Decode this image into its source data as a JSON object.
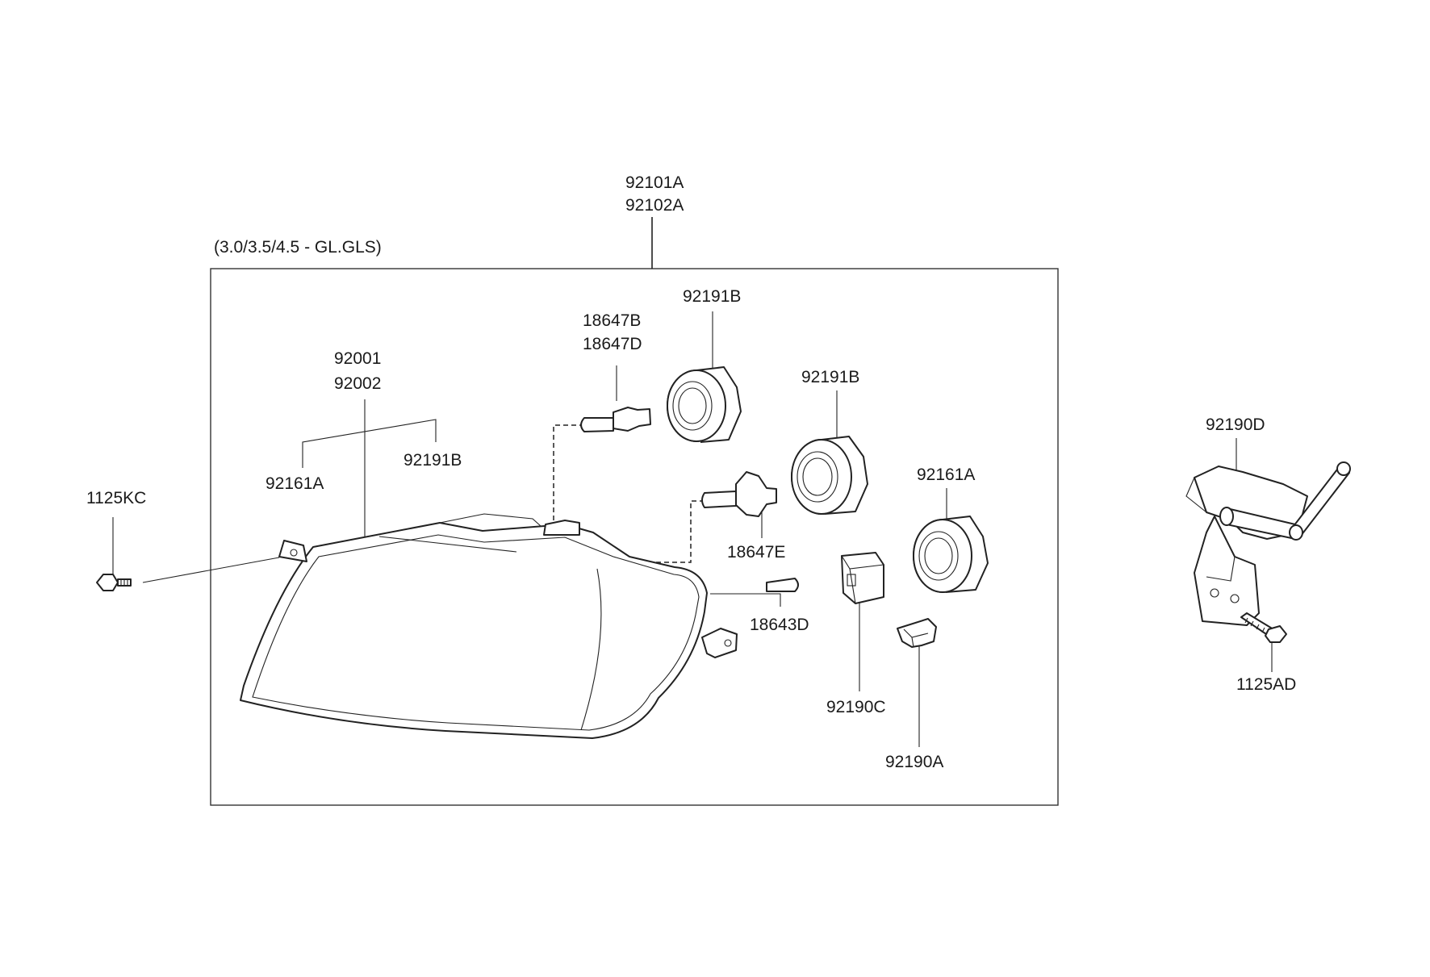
{
  "diagram": {
    "variant_note": "(3.0/3.5/4.5 - GL.GLS)",
    "assembly": {
      "line1": "92101A",
      "line2": "92102A"
    },
    "labels": {
      "lens_1": "92001",
      "lens_2": "92002",
      "p92161A_left": "92161A",
      "p92191B_left": "92191B",
      "p1125KC": "1125KC",
      "p18647B": "18647B",
      "p18647D": "18647D",
      "p92191B_top": "92191B",
      "p92191B_mid": "92191B",
      "p18647E": "18647E",
      "p92161A_right": "92161A",
      "p18643D": "18643D",
      "p92190C": "92190C",
      "p92190A": "92190A",
      "p92190D": "92190D",
      "p1125AD": "1125AD"
    }
  }
}
